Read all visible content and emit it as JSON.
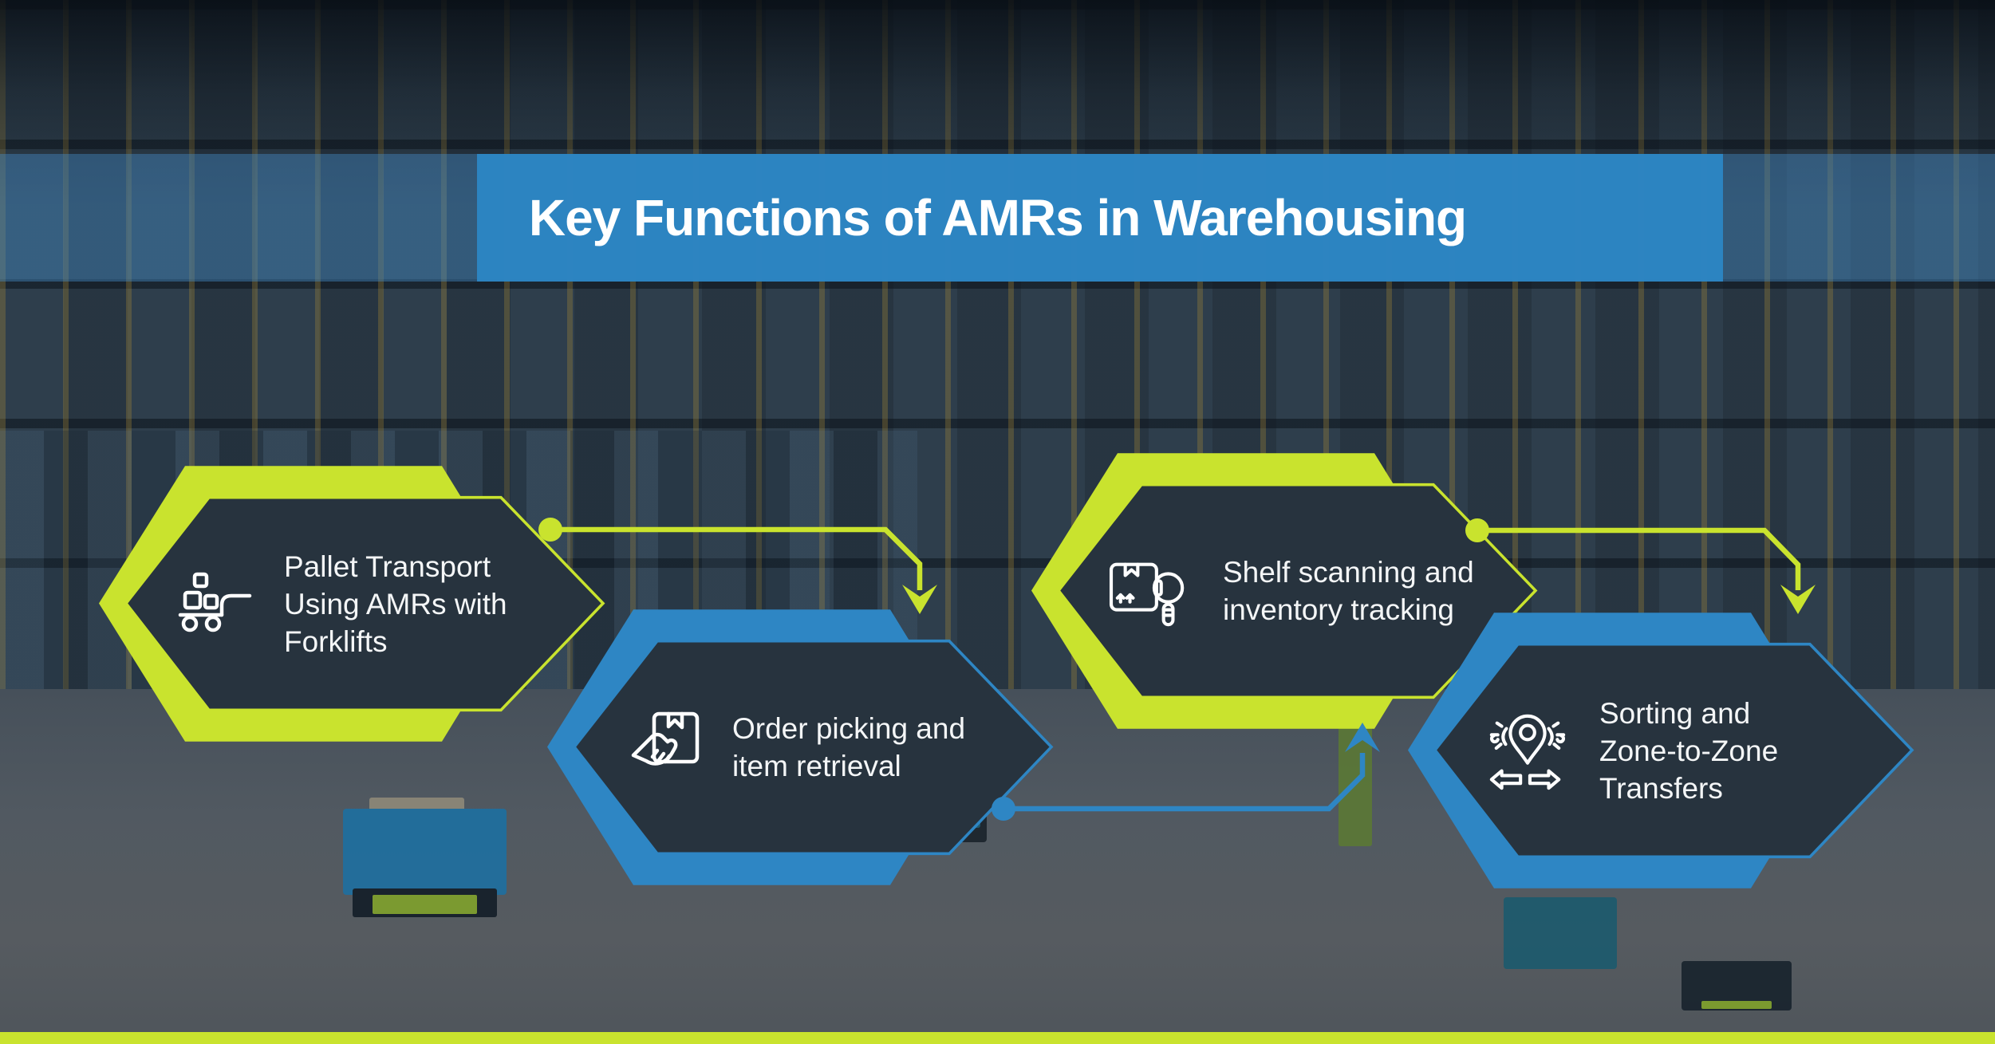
{
  "header": {
    "title": "Key Functions of AMRs in Warehousing"
  },
  "cards": [
    {
      "id": "pallet-transport",
      "accent": "lime",
      "icon": "hand-truck-icon",
      "lines": [
        "Pallet Transport",
        "Using AMRs with",
        "Forklifts"
      ]
    },
    {
      "id": "order-picking",
      "accent": "blue",
      "icon": "hand-box-icon",
      "lines": [
        "Order picking and",
        "item retrieval"
      ]
    },
    {
      "id": "shelf-scanning",
      "accent": "lime",
      "icon": "box-magnifier-icon",
      "lines": [
        "Shelf scanning and",
        "inventory tracking"
      ]
    },
    {
      "id": "sorting-transfers",
      "accent": "blue",
      "icon": "pin-gears-icon",
      "lines": [
        "Sorting and",
        "Zone-to-Zone",
        "Transfers"
      ]
    }
  ],
  "connectors": [
    {
      "from": "pallet-transport",
      "to": "order-picking",
      "color_key": "lime"
    },
    {
      "from": "order-picking",
      "to": "shelf-scanning",
      "color_key": "blue"
    },
    {
      "from": "shelf-scanning",
      "to": "sorting-transfers",
      "color_key": "lime"
    }
  ],
  "colors": {
    "lime": "#c9e32e",
    "blue": "#2e86c4",
    "dark_navy": "#27333e",
    "banner_blue": "#2c85c3",
    "icon_stroke": "#ffffff",
    "text": "#f4f6f7"
  },
  "footer": {
    "bar_color": "#c9e32e"
  }
}
